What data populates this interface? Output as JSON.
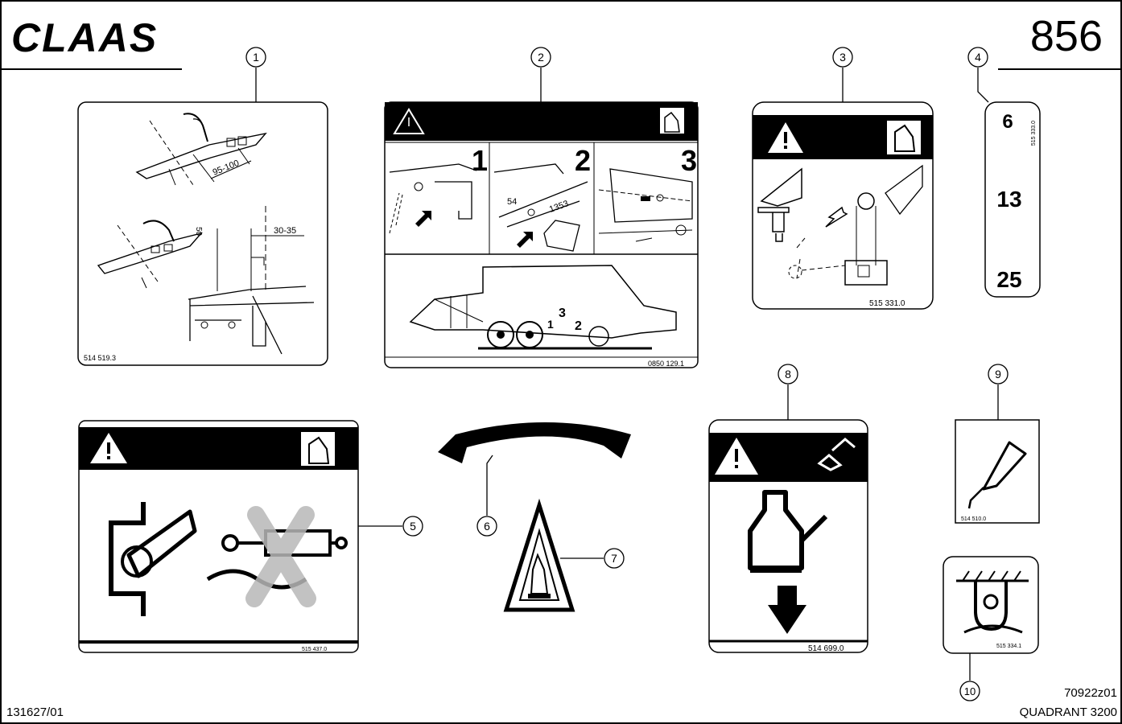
{
  "header": {
    "brand": "CLAAS",
    "page_number": "856"
  },
  "footer": {
    "left_code": "131627/01",
    "right_code": "70922z01",
    "model": "QUADRANT 3200"
  },
  "callouts": [
    "1",
    "2",
    "3",
    "4",
    "5",
    "6",
    "7",
    "8",
    "9",
    "10"
  ],
  "decals": {
    "d1": {
      "part_no": "514 519.3",
      "dim_a": "95-100",
      "dim_b": "30-35",
      "dim_c": "50"
    },
    "d2": {
      "part_no": "0850 129.1",
      "panel_1": "1",
      "panel_2": "2",
      "panel_3": "3",
      "dim_a": "54",
      "dim_b": "1353",
      "step_1": "1",
      "step_2": "2",
      "step_3": "3"
    },
    "d3": {
      "part_no": "515 331.0"
    },
    "d4": {
      "part_no": "515 333.0",
      "num_a": "6",
      "num_b": "13",
      "num_c": "25"
    },
    "d5": {
      "part_no": "515 437.0"
    },
    "d8": {
      "part_no": "514 699.0"
    },
    "d9": {
      "part_no": "514 510.0"
    },
    "d10": {
      "part_no": "515 334.1"
    }
  },
  "colors": {
    "ink": "#000000",
    "paper": "#ffffff",
    "hatch": "#b8b8b8"
  }
}
